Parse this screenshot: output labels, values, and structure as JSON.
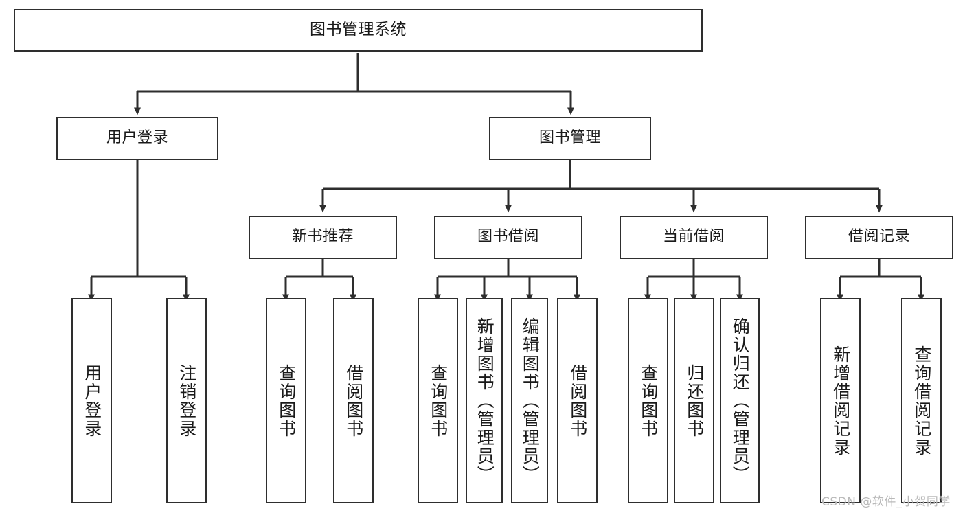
{
  "diagram": {
    "title": "图书管理系统",
    "type": "tree-hierarchy-chart",
    "colors": {
      "stroke": "#2e2e2e",
      "fill": "#ffffff",
      "text": "#1a1a1a",
      "watermark": "#b9b9b9",
      "background": "#ffffff"
    },
    "nodes": {
      "root": {
        "label": "图书管理系统"
      },
      "level1": [
        {
          "label": "用户登录"
        },
        {
          "label": "图书管理"
        }
      ],
      "level2": [
        {
          "label": "新书推荐"
        },
        {
          "label": "图书借阅"
        },
        {
          "label": "当前借阅"
        },
        {
          "label": "借阅记录"
        }
      ],
      "leaves_user_login": [
        {
          "label": "用户登录"
        },
        {
          "label": "注销登录"
        }
      ],
      "leaves_new_book": [
        {
          "label": "查询图书"
        },
        {
          "label": "借阅图书"
        }
      ],
      "leaves_borrow": [
        {
          "label": "查询图书"
        },
        {
          "label": "新增图书（管理员）"
        },
        {
          "label": "编辑图书（管理员）"
        },
        {
          "label": "借阅图书"
        }
      ],
      "leaves_current": [
        {
          "label": "查询图书"
        },
        {
          "label": "归还图书"
        },
        {
          "label": "确认归还（管理员）"
        }
      ],
      "leaves_record": [
        {
          "label": "新增借阅记录"
        },
        {
          "label": "查询借阅记录"
        }
      ]
    },
    "watermark": "CSDN @软件_小贺同学"
  }
}
